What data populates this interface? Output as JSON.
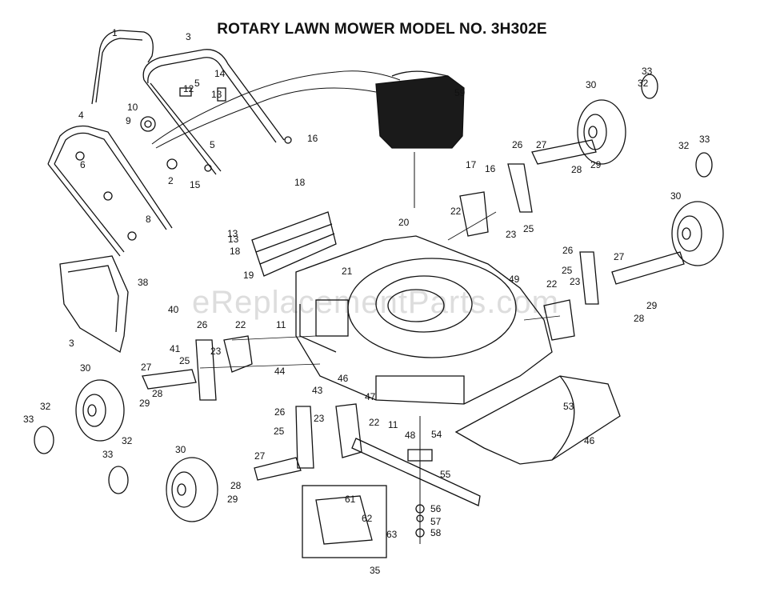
{
  "title": "ROTARY LAWN MOWER MODEL NO. 3H302E",
  "watermark": "eReplacementParts.com",
  "colors": {
    "ink": "#111111",
    "background": "#ffffff",
    "watermark": "#b4b4b4"
  },
  "callouts": [
    "1",
    "3",
    "4",
    "5",
    "6",
    "8",
    "9",
    "10",
    "12",
    "13",
    "14",
    "2",
    "5",
    "15",
    "16",
    "59",
    "30",
    "32",
    "33",
    "26",
    "27",
    "17",
    "16",
    "28",
    "29",
    "32",
    "33",
    "13",
    "18",
    "20",
    "22",
    "23",
    "25",
    "30",
    "13",
    "18",
    "19",
    "21",
    "49",
    "26",
    "25",
    "27",
    "38",
    "22",
    "23",
    "28",
    "29",
    "40",
    "26",
    "22",
    "11",
    "41",
    "25",
    "23",
    "3",
    "30",
    "27",
    "44",
    "43",
    "46",
    "47",
    "29",
    "28",
    "32",
    "33",
    "26",
    "23",
    "22",
    "11",
    "48",
    "54",
    "53",
    "46",
    "25",
    "32",
    "33",
    "30",
    "27",
    "55",
    "28",
    "29",
    "61",
    "56",
    "62",
    "63",
    "57",
    "58",
    "35"
  ]
}
